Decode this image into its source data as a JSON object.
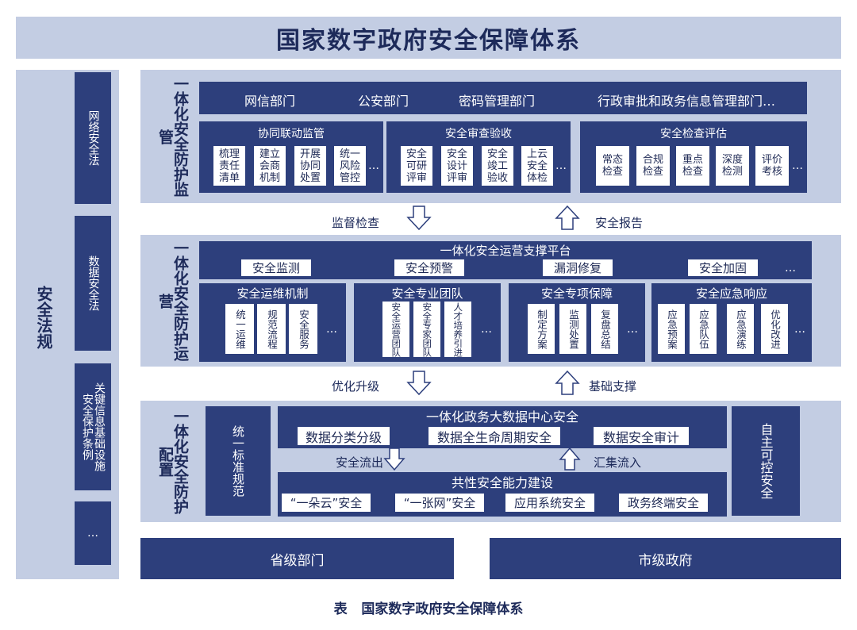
{
  "title": "国家数字政府安全保障体系",
  "caption": "表   国家数字政府安全保障体系",
  "left_column": {
    "main": "安全法规",
    "laws": [
      "网络安全法",
      "数据安全法",
      "关键信息基础设施安全保护条例",
      "…"
    ]
  },
  "supervision": {
    "title": "一体化安全防护监管",
    "departments": [
      "网信部门",
      "公安部门",
      "密码管理部门",
      "行政审批和政务信息管理部门…"
    ],
    "groups": [
      {
        "title": "协同联动监管",
        "items": [
          "梳理责任清单",
          "建立会商机制",
          "开展协同处置",
          "统一风险管控"
        ],
        "more": "…"
      },
      {
        "title": "安全审查验收",
        "items": [
          "安全可研评审",
          "安全设计评审",
          "安全竣工验收",
          "上云安全体检"
        ],
        "more": "…"
      },
      {
        "title": "安全检查评估",
        "items": [
          "常态检查",
          "合规检查",
          "重点检查",
          "深度检测",
          "评价考核"
        ],
        "more": "…"
      }
    ]
  },
  "arrows_top": {
    "down": "监督检查",
    "up": "安全报告"
  },
  "operations": {
    "title": "一体化安全防护运营",
    "platform": "一体化安全运营支撑平台",
    "platform_items": [
      "安全监测",
      "安全预警",
      "漏洞修复",
      "安全加固"
    ],
    "platform_more": "…",
    "groups": [
      {
        "title": "安全运维机制",
        "items": [
          "统一运维",
          "规范流程",
          "安全服务"
        ],
        "more": "…"
      },
      {
        "title": "安全专业团队",
        "items": [
          "安全运营团队",
          "安全专家团队",
          "人才培养引进"
        ],
        "more": "…"
      },
      {
        "title": "安全专项保障",
        "items": [
          "制定方案",
          "监测处置",
          "复盘总结"
        ],
        "more": "…"
      },
      {
        "title": "安全应急响应",
        "items": [
          "应急预案",
          "应急队伍",
          "应急演练",
          "优化改进"
        ],
        "more": "…"
      }
    ]
  },
  "arrows_mid": {
    "down": "优化升级",
    "up": "基础支撑"
  },
  "config": {
    "title": "一体化安全防护配置",
    "left": "统一标准规范",
    "right": "自主可控安全",
    "bigdata": {
      "title": "一体化政务大数据中心安全",
      "items": [
        "数据分类分级",
        "数据全生命周期安全",
        "数据安全审计"
      ]
    },
    "inner_arrows": {
      "down": "安全流出",
      "up": "汇集流入"
    },
    "capability": {
      "title": "共性安全能力建设",
      "items": [
        "“一朵云”安全",
        "“一张网”安全",
        "应用系统安全",
        "政务终端安全"
      ]
    }
  },
  "bottom": [
    "省级部门",
    "市级政府"
  ]
}
